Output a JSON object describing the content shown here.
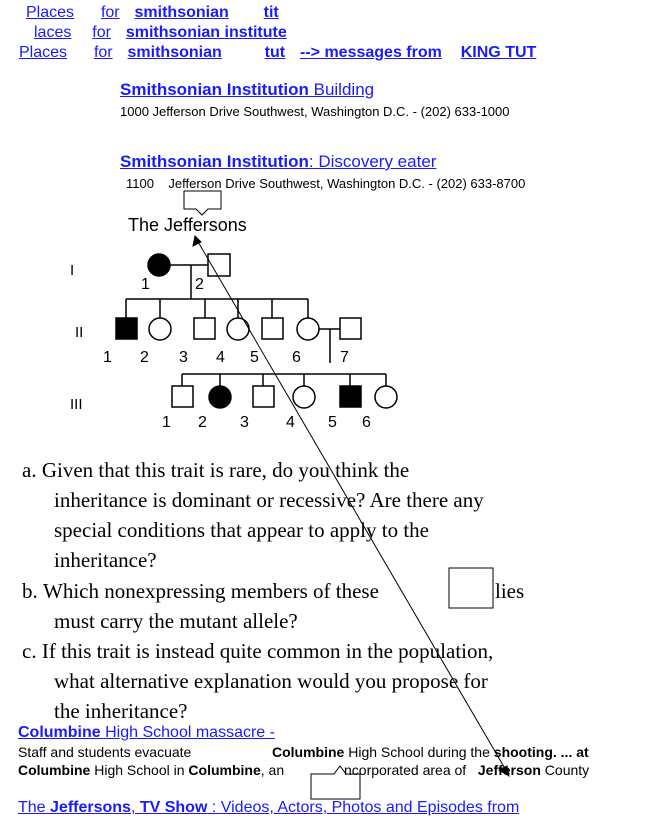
{
  "header_links": [
    {
      "w1": "Places",
      "w2": "for",
      "w3": "smithsonian",
      "w4": "tit"
    },
    {
      "w1": "laces",
      "w2": "for",
      "w3": "smithsonian institute"
    },
    {
      "w1": "Places",
      "w2": "for",
      "w3": "smithsonian",
      "w4": "tut",
      "w5": "--> messages from",
      "w6": "KING TUT"
    }
  ],
  "result1": {
    "bold": "Smithsonian Institution",
    "rest": " Building",
    "address": "1000 Jefferson Drive Southwest, Washington D.C. - (202) 633-1000"
  },
  "result2": {
    "bold": "Smithsonian Institution",
    "rest": ":  Discovery   eater",
    "address": "1100    Jefferson Drive Southwest, Washington D.C. - (202) 633-8700"
  },
  "pedigree": {
    "title": "The Jeffersons",
    "generations": [
      "I",
      "II",
      "III"
    ],
    "gen1_numbers": [
      "1",
      "2"
    ],
    "gen2_numbers": [
      "1",
      "2",
      "3",
      "4",
      "5",
      "6",
      "7"
    ],
    "gen3_numbers": [
      "1",
      "2",
      "3",
      "4",
      "5",
      "6"
    ]
  },
  "questions": {
    "a": {
      "label": "a.",
      "l1": "Given that this trait is rare, do you think the",
      "l2": "inheritance is dominant or recessive? Are there any",
      "l3": "special conditions that appear to apply to the",
      "l4": "inheritance?"
    },
    "b": {
      "label": "b.",
      "l1a": "Which nonexpressing members of these",
      "l1b": "lies",
      "l2": "must carry the mutant allele?"
    },
    "c": {
      "label": "c.",
      "l1": "If this trait is instead quite common in the population,",
      "l2": "what alternative explanation would you propose for",
      "l3": "the inheritance?"
    }
  },
  "columbine": {
    "title_bold": "Columbine",
    "title_rest": " High School massacre -",
    "l1a": "Staff and students evacuate",
    "l1b": "Columbine",
    "l1c": " High School during ",
    "l1d": "the",
    "l1e": " shooting",
    "l1f": ". ... at",
    "l2a": "Columbine",
    "l2b": " High School in ",
    "l2c": "Columbine",
    "l2d": ", an",
    "l2e": "ncorporated area of",
    "l2f": "Jefferson",
    "l2g": " County"
  },
  "jeffersons_link": {
    "pre": "The ",
    "bold1": "Jeffersons",
    "mid": ", ",
    "bold2": "TV Show",
    "rest": " : Videos, Actors, Photos and Episodes from"
  }
}
